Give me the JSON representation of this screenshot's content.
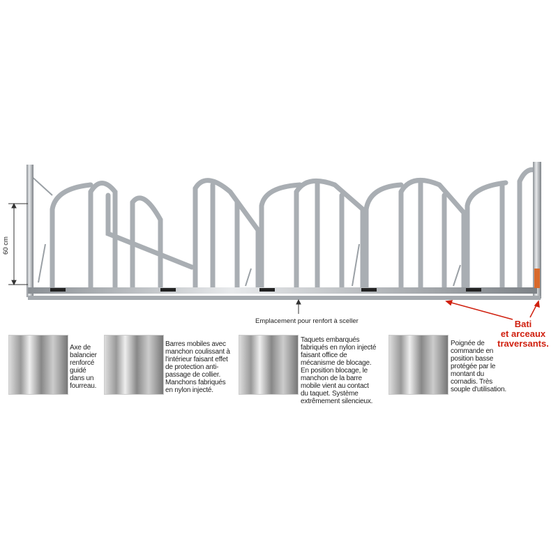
{
  "dimension_label": "60 cm",
  "anchor_label": "Emplacement pour renfort à sceller",
  "frame_label_line1": "Bati",
  "frame_label_line2": "et arceaux",
  "frame_label_line3": "traversants.",
  "accent_color": "#d0200f",
  "details": [
    {
      "text": "Axe de balancier renforcé guidé dans un fourreau."
    },
    {
      "text": "Barres mobiles avec manchon coulissant à l'intérieur faisant effet de protection anti-passage de collier. Manchons fabriqués en nylon injecté."
    },
    {
      "text": "Taquets embarqués fabriqués en nylon injecté faisant office de mécanisme de blocage. En position blocage, le manchon de la barre mobile vient au contact du taquet. Système extrêmement silencieux."
    },
    {
      "text": "Poignée de commande en position basse protégée par le montant du cornadis. Très souple d'utilisation."
    }
  ]
}
